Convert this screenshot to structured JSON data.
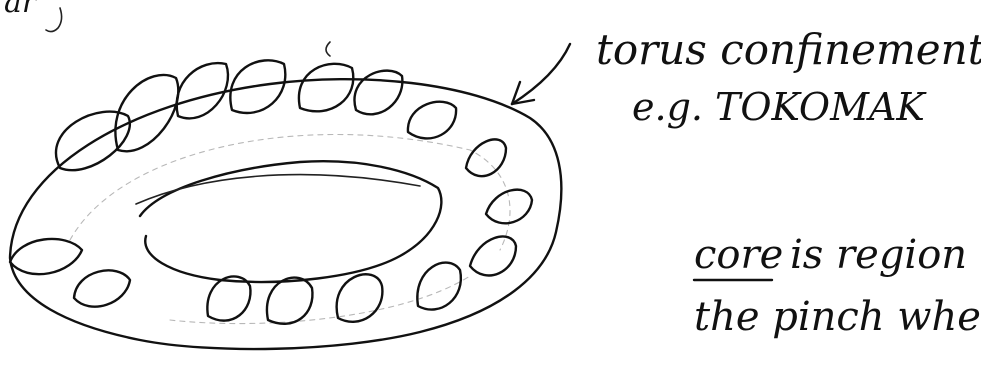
{
  "diagram": {
    "ink_color": "#111111",
    "paper_color": "#ffffff",
    "top_fragment": "ar",
    "label": {
      "line1": "torus confinement",
      "line2": "e.g. TOKOMAK"
    },
    "note": {
      "line1_word": "core",
      "line1_rest": "is region",
      "line2": "the pinch wher",
      "line3": "..."
    },
    "icons": [
      "torus-outline-shape",
      "field-loop-shape",
      "pointer-arrow-shape"
    ]
  }
}
